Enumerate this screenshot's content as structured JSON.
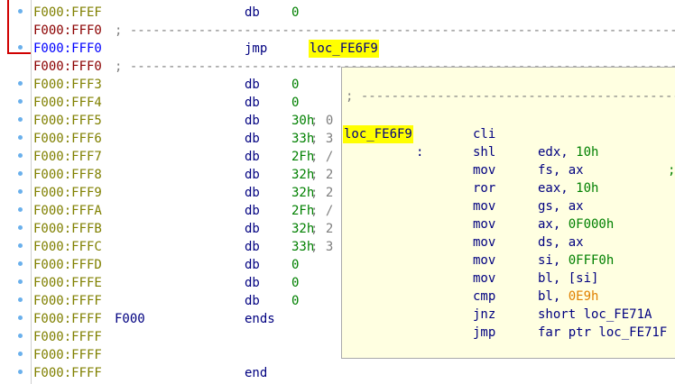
{
  "rows": [
    {
      "addr": "F000:FFEF",
      "mn": "db",
      "op": "0",
      "color": "olive"
    },
    {
      "addr": "F000:FFF0",
      "sep": "; -------------------------------------------------------------------------------",
      "color": "red"
    },
    {
      "addr": "F000:FFF0",
      "mn": "jmp",
      "label": "loc_FE6F9",
      "color": "blue"
    },
    {
      "addr": "F000:FFF0",
      "sep": "; -------------------------------------------------------------------------------",
      "color": "red"
    },
    {
      "addr": "F000:FFF3",
      "mn": "db",
      "op": "0",
      "color": "olive"
    },
    {
      "addr": "F000:FFF4",
      "mn": "db",
      "op": "0",
      "color": "olive"
    },
    {
      "addr": "F000:FFF5",
      "mn": "db",
      "op": "30h",
      "cmt": "; 0",
      "color": "olive"
    },
    {
      "addr": "F000:FFF6",
      "mn": "db",
      "op": "33h",
      "cmt": "; 3",
      "color": "olive"
    },
    {
      "addr": "F000:FFF7",
      "mn": "db",
      "op": "2Fh",
      "cmt": "; /",
      "color": "olive"
    },
    {
      "addr": "F000:FFF8",
      "mn": "db",
      "op": "32h",
      "cmt": "; 2",
      "color": "olive"
    },
    {
      "addr": "F000:FFF9",
      "mn": "db",
      "op": "32h",
      "cmt": "; 2",
      "color": "olive"
    },
    {
      "addr": "F000:FFFA",
      "mn": "db",
      "op": "2Fh",
      "cmt": "; /",
      "color": "olive"
    },
    {
      "addr": "F000:FFFB",
      "mn": "db",
      "op": "32h",
      "cmt": "; 2",
      "color": "olive"
    },
    {
      "addr": "F000:FFFC",
      "mn": "db",
      "op": "33h",
      "cmt": "; 3",
      "color": "olive"
    },
    {
      "addr": "F000:FFFD",
      "mn": "db",
      "op": "0",
      "color": "olive"
    },
    {
      "addr": "F000:FFFE",
      "mn": "db",
      "op": "0",
      "color": "olive"
    },
    {
      "addr": "F000:FFFF",
      "mn": "db",
      "op": "0",
      "color": "olive"
    },
    {
      "addr": "F000:FFFF",
      "seg": "F000",
      "mn": "ends",
      "color": "olive"
    },
    {
      "addr": "F000:FFFF",
      "color": "olive"
    },
    {
      "addr": "F000:FFFF",
      "color": "olive"
    },
    {
      "addr": "F000:FFFF",
      "mn": "end",
      "color": "olive"
    }
  ],
  "popup": {
    "sep_top": "; -------------------------------------------------",
    "label": "loc_FE6F9",
    "colon": ":",
    "semi": ";",
    "instructions": [
      {
        "mn": "cli",
        "op": []
      },
      {
        "mn": "shl",
        "op": [
          {
            "t": "edx, "
          },
          {
            "t": "10h",
            "num": true
          }
        ]
      },
      {
        "mn": "mov",
        "op": [
          {
            "t": "fs, ax"
          }
        ]
      },
      {
        "mn": "ror",
        "op": [
          {
            "t": "eax, "
          },
          {
            "t": "10h",
            "num": true
          }
        ]
      },
      {
        "mn": "mov",
        "op": [
          {
            "t": "gs, ax"
          }
        ]
      },
      {
        "mn": "mov",
        "op": [
          {
            "t": "ax, "
          },
          {
            "t": "0F000h",
            "num": true
          }
        ]
      },
      {
        "mn": "mov",
        "op": [
          {
            "t": "ds, ax"
          }
        ]
      },
      {
        "mn": "mov",
        "op": [
          {
            "t": "si, "
          },
          {
            "t": "0FFF0h",
            "num": true
          }
        ]
      },
      {
        "mn": "mov",
        "op": [
          {
            "t": "bl, [si]"
          }
        ]
      },
      {
        "mn": "cmp",
        "op": [
          {
            "t": "bl, "
          },
          {
            "t": "0E9h",
            "num": true,
            "hl": true
          }
        ]
      },
      {
        "mn": "jnz",
        "op": [
          {
            "t": "short loc_FE71A"
          }
        ]
      },
      {
        "mn": "jmp",
        "op": [
          {
            "t": "far ptr loc_FE71F"
          }
        ]
      }
    ],
    "sep_bottom": "; -------------------------------------------------"
  }
}
